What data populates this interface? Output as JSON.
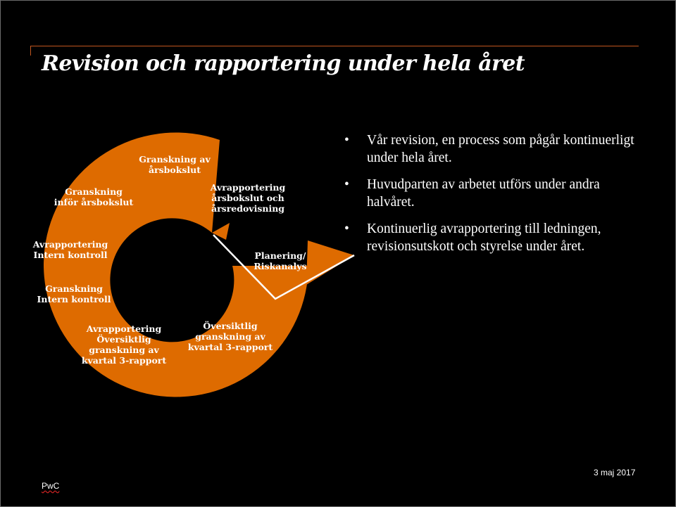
{
  "slide": {
    "title": "Revision och rapportering under hela året",
    "date": "3 maj 2017",
    "logo_text": "PwC"
  },
  "diagram": {
    "color": "#de6b00",
    "labels": {
      "granskning_arsbokslut": "Granskning av\nårsbokslut",
      "avrapp_arsbokslut": "Avrapportering\nårsbokslut och\nårsredovisning",
      "planering": "Planering/\nRiskanalys",
      "oversiktlig_gransk": "Översiktlig\ngranskning av\nkvartal 3-rapport",
      "avrapp_oversiktlig": "Avrapportering\nÖversiktlig\ngranskning av\nkvartal 3-rapport",
      "granskning_intern": "Granskning\nIntern kontroll",
      "avrapp_intern": "Avrapportering\nIntern kontroll",
      "granskning_infor": "Granskning\ninför årsbokslut"
    }
  },
  "bullets": [
    "Vår revision, en process som pågår kontinuerligt  under hela året.",
    "Huvudparten av arbetet utförs under andra halvåret.",
    "Kontinuerlig  avrapportering till ledningen, revisionsutskott  och styrelse under året."
  ],
  "bullet_glyph": "•"
}
